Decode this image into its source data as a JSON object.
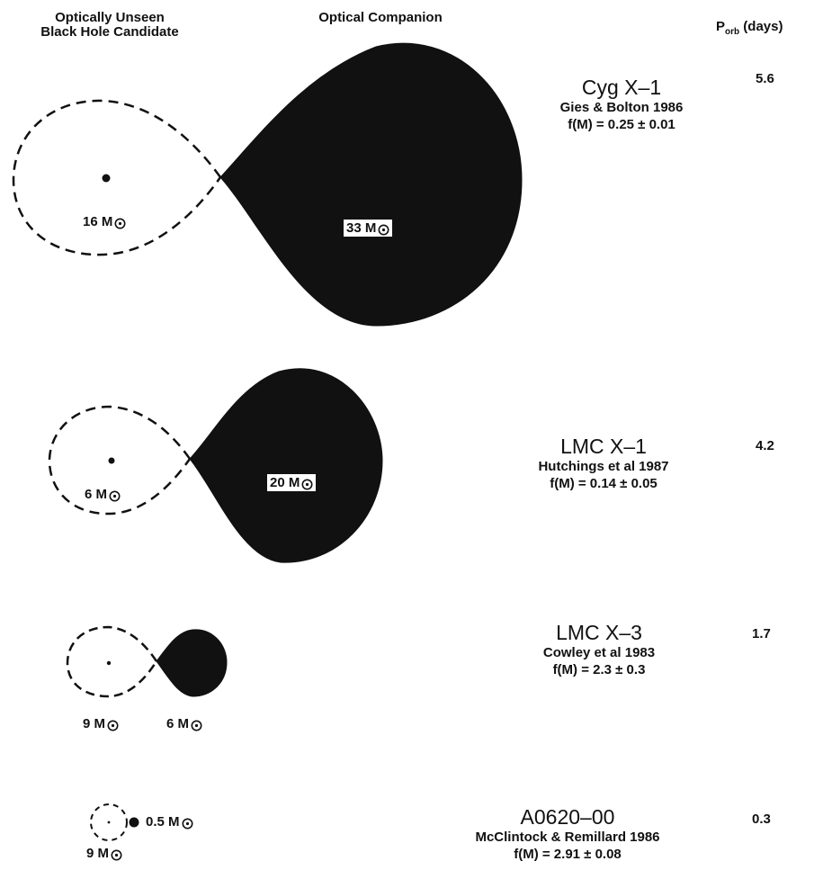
{
  "headers": {
    "bh_line1": "Optically Unseen",
    "bh_line2": "Black Hole Candidate",
    "companion": "Optical Companion",
    "porb_p": "P",
    "porb_sub": "orb",
    "porb_unit": "(days)"
  },
  "systems": [
    {
      "name": "Cyg X–1",
      "reference": "Gies & Bolton 1986",
      "mass_function": "f(M) = 0.25 ± 0.01",
      "porb": "5.6",
      "bh_mass": "16 M",
      "companion_mass": "33 M"
    },
    {
      "name": "LMC X–1",
      "reference": "Hutchings et al 1987",
      "mass_function": "f(M) = 0.14 ± 0.05",
      "porb": "4.2",
      "bh_mass": "6 M",
      "companion_mass": "20 M"
    },
    {
      "name": "LMC X–3",
      "reference": "Cowley et al 1983",
      "mass_function": "f(M) = 2.3 ± 0.3",
      "porb": "1.7",
      "bh_mass": "9 M",
      "companion_mass": "6 M"
    },
    {
      "name": "A0620–00",
      "reference": "McClintock & Remillard 1986",
      "mass_function": "f(M) = 2.91 ± 0.08",
      "porb": "0.3",
      "bh_mass": "9 M",
      "companion_mass": "0.5 M"
    }
  ],
  "icons": {
    "solar_mass_symbol": "sun-symbol-icon"
  },
  "colors": {
    "ink": "#111111",
    "background": "#ffffff"
  }
}
